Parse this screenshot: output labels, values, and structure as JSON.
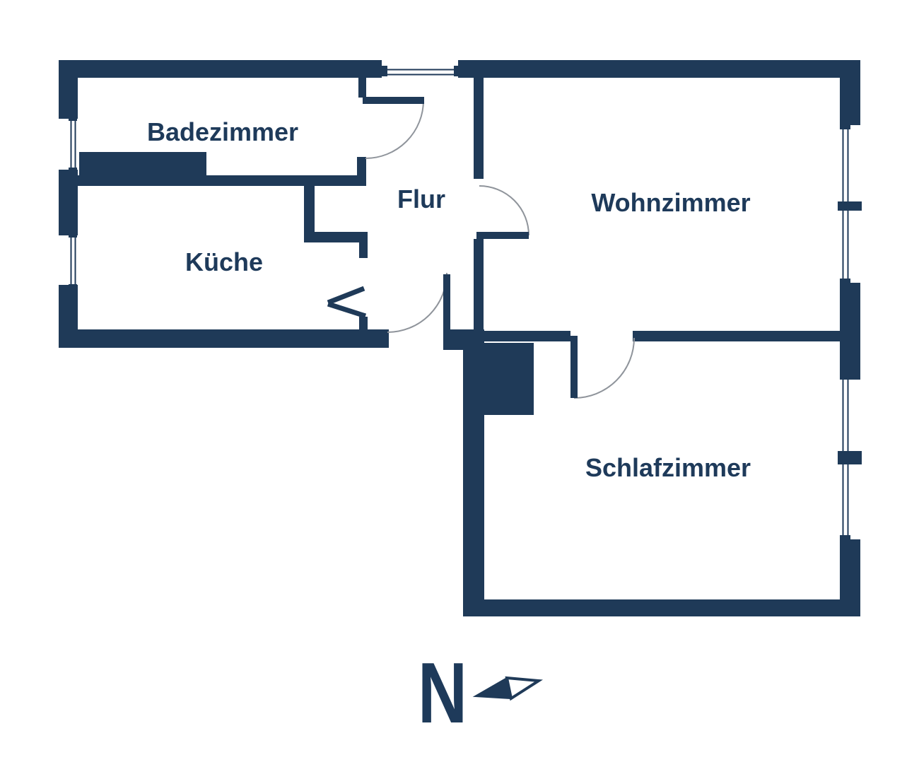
{
  "rooms": [
    {
      "name": "Badezimmer"
    },
    {
      "name": "Küche"
    },
    {
      "name": "Flur"
    },
    {
      "name": "Wohnzimmer"
    },
    {
      "name": "Schlafzimmer"
    }
  ],
  "compass": {
    "label": "N"
  },
  "colors": {
    "wall": "#1f3a58",
    "text": "#1e3a5a",
    "door_arc": "#8f949b",
    "background": "#ffffff"
  }
}
